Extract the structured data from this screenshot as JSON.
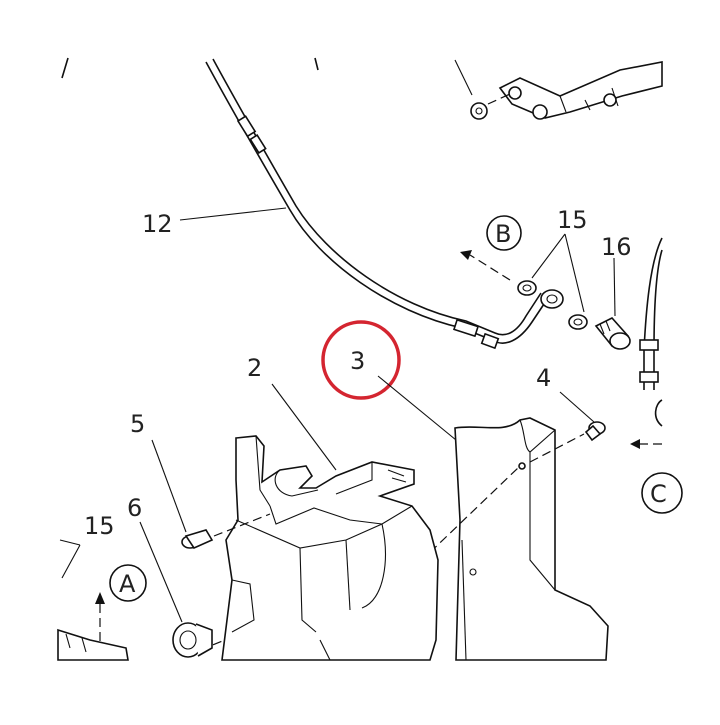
{
  "diagram": {
    "callouts": {
      "c2": "2",
      "c3": "3",
      "c4": "4",
      "c5": "5",
      "c6": "6",
      "c12": "12",
      "c15_top": "15",
      "c15_left": "15",
      "c16": "16"
    },
    "view_markers": {
      "a": "A",
      "b": "B",
      "c": "C"
    },
    "highlight_color": "#d42530",
    "line_color": "#111111"
  }
}
